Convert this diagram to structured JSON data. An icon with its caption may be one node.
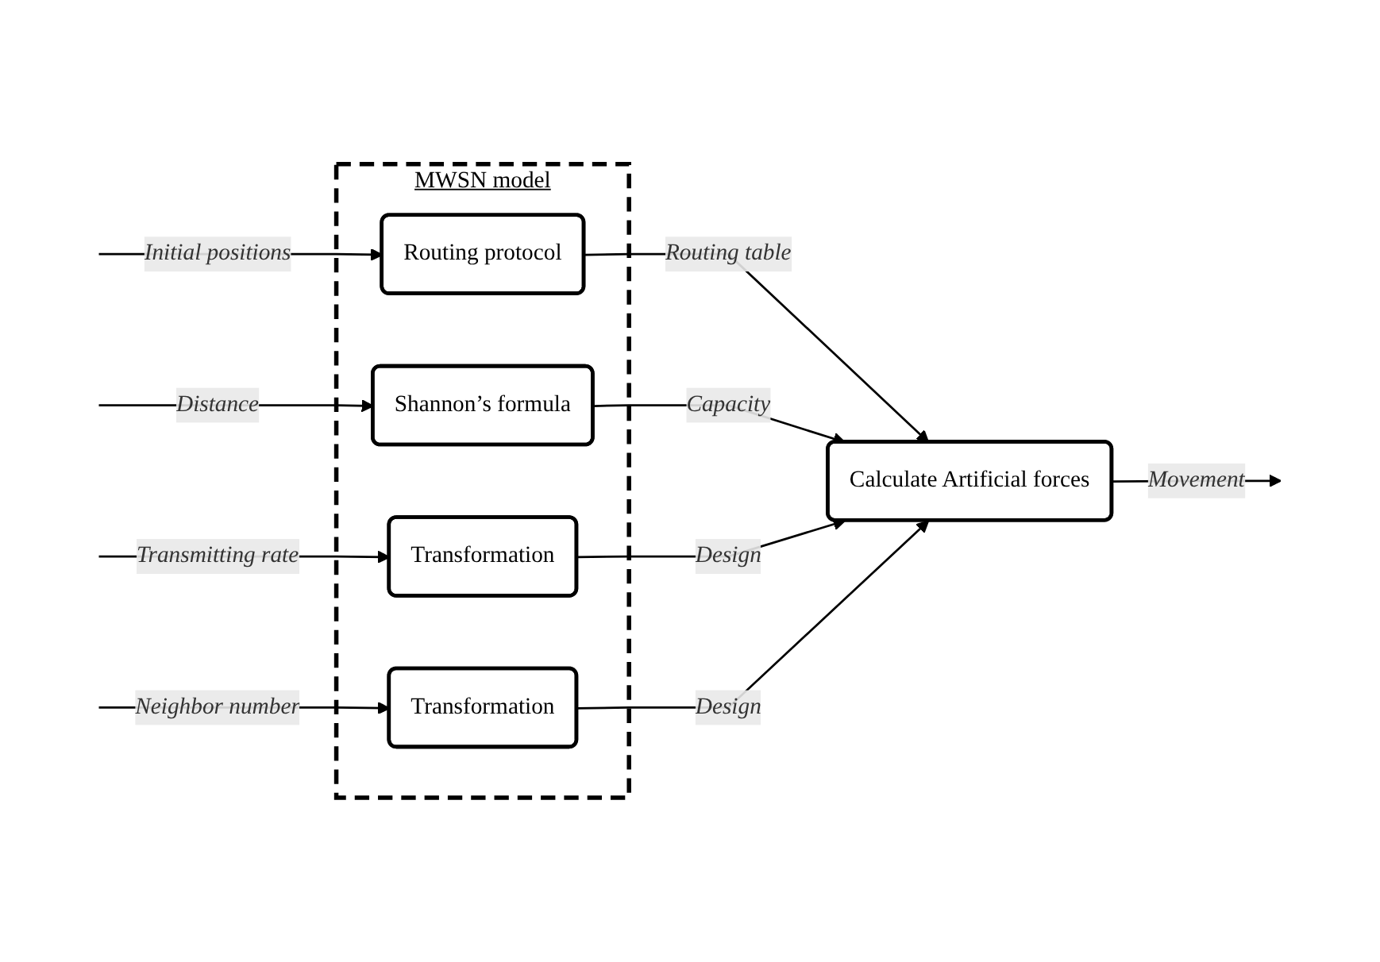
{
  "diagram": {
    "nodes": [
      {
        "text": [
          "MWSN model"
        ]
      },
      {
        "text": [
          "Routing protocol"
        ],
        "in": 0
      },
      {
        "text": [
          "Shannon’s formula"
        ],
        "in": 0
      },
      {
        "text": [
          "Transformation"
        ],
        "in": 0
      },
      {
        "text": [
          "Transformation"
        ],
        "in": 0
      },
      {
        "text": [
          "Calculate Artificial forces"
        ]
      }
    ],
    "edges": [
      {
        "from": null,
        "to": 1,
        "arrow": "to",
        "label": "Initial positions"
      },
      {
        "from": null,
        "to": 2,
        "arrow": "to",
        "label": "Distance"
      },
      {
        "from": null,
        "to": 3,
        "arrow": "to",
        "label": "Transmitting rate"
      },
      {
        "from": null,
        "to": 4,
        "arrow": "to",
        "label": "Neighbor number"
      },
      {
        "from": 1,
        "to": 5,
        "arrow": "to",
        "label": "Routing table"
      },
      {
        "from": 2,
        "to": 5,
        "arrow": "to",
        "label": "Capacity"
      },
      {
        "from": 3,
        "to": 5,
        "arrow": "to",
        "label": "Design"
      },
      {
        "from": 4,
        "to": 5,
        "arrow": "to",
        "label": "Design"
      },
      {
        "from": 5,
        "to": null,
        "arrow": "to",
        "label": "Movement"
      }
    ]
  }
}
